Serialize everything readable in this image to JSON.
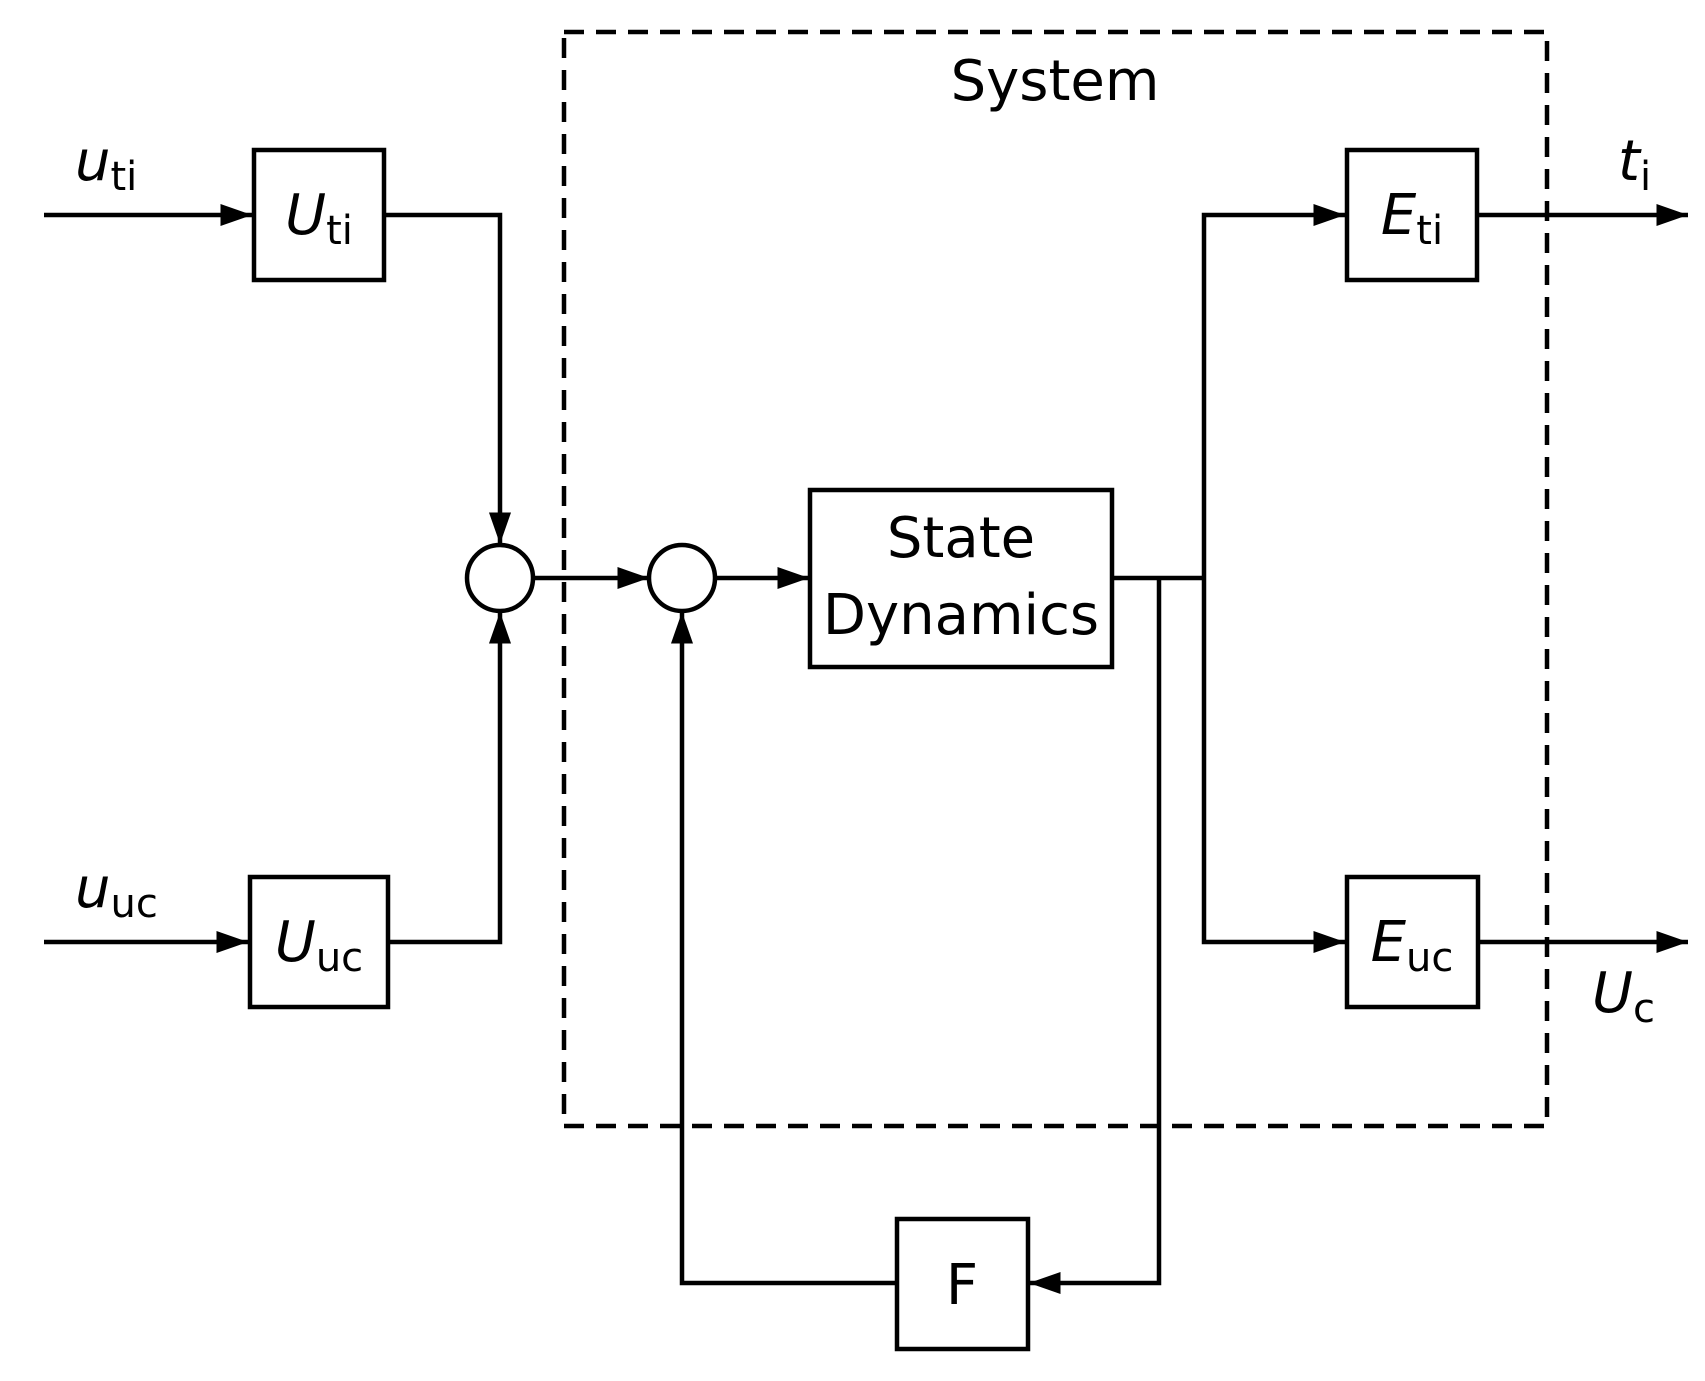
{
  "system": {
    "label": "System"
  },
  "blocks": {
    "u_ti": {
      "main": "U",
      "sub": "ti"
    },
    "u_uc": {
      "main": "U",
      "sub": "uc"
    },
    "state_dynamics": {
      "line1": "State",
      "line2": "Dynamics"
    },
    "e_ti": {
      "main": "E",
      "sub": "ti"
    },
    "e_uc": {
      "main": "E",
      "sub": "uc"
    },
    "feedback": {
      "label": "F"
    }
  },
  "signals": {
    "input_ti": {
      "main": "u",
      "sub": "ti"
    },
    "input_uc": {
      "main": "u",
      "sub": "uc"
    },
    "output_ti": {
      "main": "t",
      "sub": "i"
    },
    "output_uc": {
      "main": "U",
      "sub": "c"
    }
  }
}
